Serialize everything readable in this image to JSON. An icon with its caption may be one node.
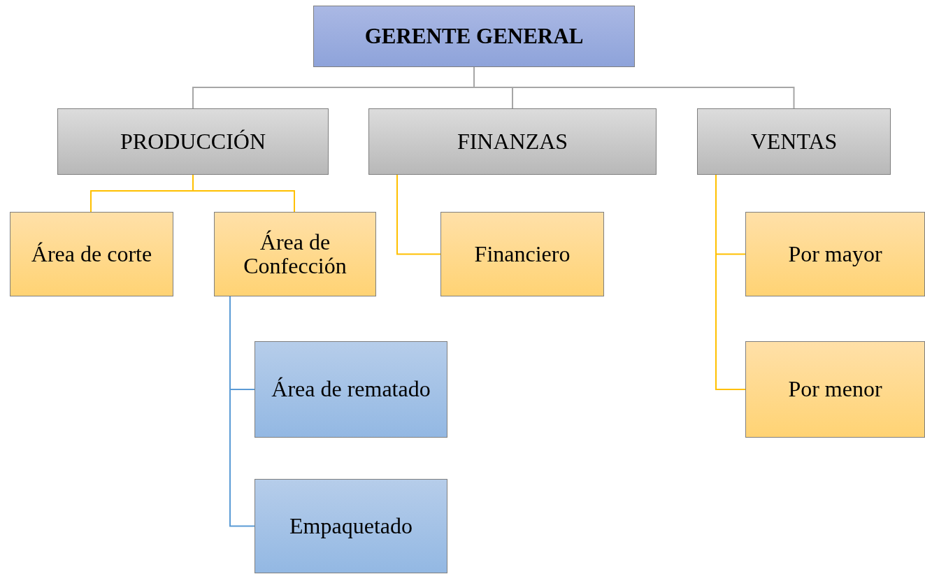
{
  "diagram": {
    "nodes": [
      {
        "text": [
          "GERENTE GENERAL"
        ]
      },
      {
        "text": [
          "PRODUCCIÓN"
        ]
      },
      {
        "text": [
          "FINANZAS"
        ]
      },
      {
        "text": [
          "VENTAS"
        ]
      },
      {
        "text": [
          "Área de corte"
        ]
      },
      {
        "text": [
          "Área de Confección"
        ]
      },
      {
        "text": [
          "Financiero"
        ]
      },
      {
        "text": [
          "Por mayor"
        ]
      },
      {
        "text": [
          "Área de rematado"
        ]
      },
      {
        "text": [
          "Empaquetado"
        ]
      },
      {
        "text": [
          "Por menor"
        ]
      }
    ],
    "edges": [
      {
        "from": 0,
        "to": 1,
        "arrow": "none",
        "color": "#a6a6a6"
      },
      {
        "from": 0,
        "to": 2,
        "arrow": "none",
        "color": "#a6a6a6"
      },
      {
        "from": 0,
        "to": 3,
        "arrow": "none",
        "color": "#a6a6a6"
      },
      {
        "from": 1,
        "to": 4,
        "arrow": "none"
      },
      {
        "from": 1,
        "to": 5,
        "arrow": "none"
      },
      {
        "from": 2,
        "to": 6,
        "arrow": "none"
      },
      {
        "from": 3,
        "to": 7,
        "arrow": "none"
      },
      {
        "from": 3,
        "to": 10,
        "arrow": "none"
      },
      {
        "from": 5,
        "to": 8,
        "arrow": "none",
        "color": "#5b9bd5"
      },
      {
        "from": 5,
        "to": 9,
        "arrow": "none",
        "color": "#5b9bd5"
      }
    ]
  }
}
